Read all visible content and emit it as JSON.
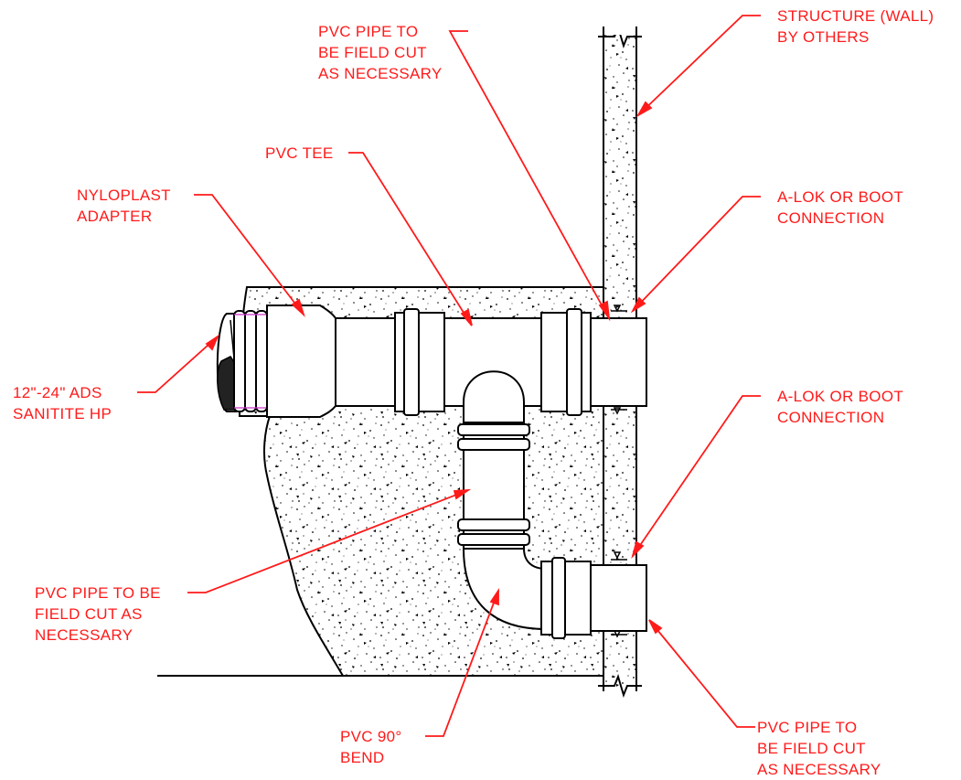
{
  "colors": {
    "annotation": "#ff1a1a",
    "linework": "#000000",
    "background": "#ffffff",
    "gasket_accent": "#cc33cc"
  },
  "labels": {
    "structure_wall": [
      "STRUCTURE (WALL)",
      "BY OTHERS"
    ],
    "pvc_pipe_top": [
      "PVC PIPE TO",
      "BE FIELD CUT",
      "AS NECESSARY"
    ],
    "pvc_tee": [
      "PVC TEE"
    ],
    "nyloplast_adapter": [
      "NYLOPLAST",
      "ADAPTER"
    ],
    "alok_upper": [
      "A-LOK OR BOOT",
      "CONNECTION"
    ],
    "alok_lower": [
      "A-LOK OR BOOT",
      "CONNECTION"
    ],
    "ads_pipe": [
      "12\"-24\" ADS",
      "SANITITE HP"
    ],
    "pvc_pipe_left": [
      "PVC PIPE TO BE",
      "FIELD CUT AS",
      "NECESSARY"
    ],
    "pvc_bend": [
      "PVC 90°",
      "BEND"
    ],
    "pvc_pipe_bottom": [
      "PVC PIPE TO",
      "BE FIELD CUT",
      "AS NECESSARY"
    ]
  },
  "icons": [
    "arrowhead-icon",
    "break-line-icon"
  ]
}
